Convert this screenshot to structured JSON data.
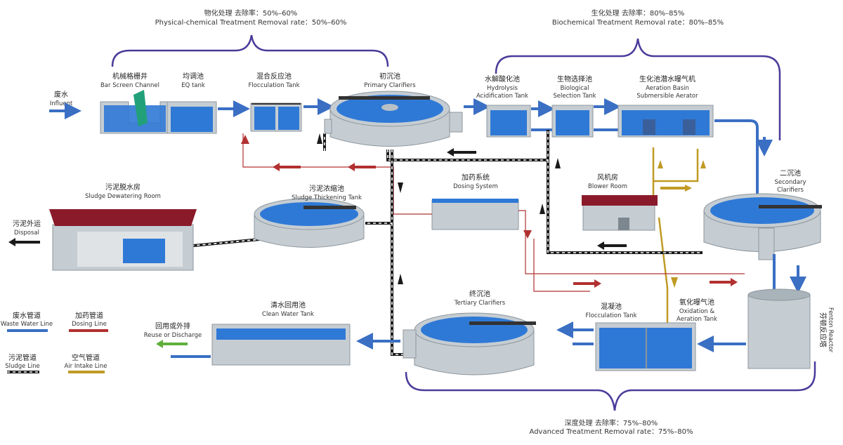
{
  "stages": {
    "physical": {
      "zh": "物化处理 去除率：50%–60%",
      "en": "Physical-chemical Treatment  Removal rate：50%–60%"
    },
    "biochemical": {
      "zh": "生化处理 去除率：80%–85%",
      "en": "Biochemical Treatment  Removal rate：80%–85%"
    },
    "advanced": {
      "zh": "深度处理 去除率：75%–80%",
      "en": "Advanced Treatment  Removal rate：75%–80%"
    }
  },
  "units": {
    "influent": {
      "zh": "废水",
      "en": "Influent"
    },
    "bar_screen": {
      "zh": "机械格栅井",
      "en": "Bar Screen Channel"
    },
    "eq_tank": {
      "zh": "均调池",
      "en": "EQ tank"
    },
    "flocc_tank": {
      "zh": "混合反应池",
      "en": "Flocculation Tank"
    },
    "primary": {
      "zh": "初沉池",
      "en": "Primary Clarifiers"
    },
    "hydrolysis": {
      "zh": "水解酸化池",
      "en1": "Hydrolysis",
      "en2": "Acidification Tank"
    },
    "bio_select": {
      "zh": "生物选择池",
      "en1": "Biological",
      "en2": "Selection Tank"
    },
    "aeration": {
      "zh": "生化池潜水曝气机",
      "en1": "Aeration Basin",
      "en2": "Submersible Aerator"
    },
    "secondary": {
      "zh": "二沉池",
      "en1": "Secondary",
      "en2": "Clarifiers"
    },
    "blower": {
      "zh": "风机房",
      "en": "Blower Room"
    },
    "dosing": {
      "zh": "加药系统",
      "en": "Dosing System"
    },
    "thickening": {
      "zh": "污泥浓缩池",
      "en": "Sludge Thickening Tank"
    },
    "dewatering": {
      "zh": "污泥脱水房",
      "en": "Sludge Dewatering Room"
    },
    "disposal": {
      "zh": "污泥外运",
      "en": "Disposal"
    },
    "fenton": {
      "zh": "芬顿反应塔",
      "en": "Fenton Reactor"
    },
    "flocc2": {
      "zh": "混凝池",
      "en": "Flocculation Tank"
    },
    "oxidation": {
      "zh": "氧化曝气池",
      "en1": "Oxidation &",
      "en2": "Aeration Tank"
    },
    "tertiary": {
      "zh": "终沉池",
      "en": "Tertiary Clarifiers"
    },
    "clean_water": {
      "zh": "清水回用池",
      "en": "Clean Water Tank"
    },
    "reuse": {
      "zh": "回用或外排",
      "en": "Reuse or Discharge"
    }
  },
  "legend": {
    "waste": {
      "zh": "废水管道",
      "en": "Waste Water Line",
      "color": "#3a6fc4"
    },
    "dosing": {
      "zh": "加药管道",
      "en": "Dosing Line",
      "color": "#b23030"
    },
    "sludge": {
      "zh": "污泥管道",
      "en": "Sludge Line",
      "color": "#1a1a1a"
    },
    "air": {
      "zh": "空气管道",
      "en": "Air Intake Line",
      "color": "#c09a25"
    }
  }
}
